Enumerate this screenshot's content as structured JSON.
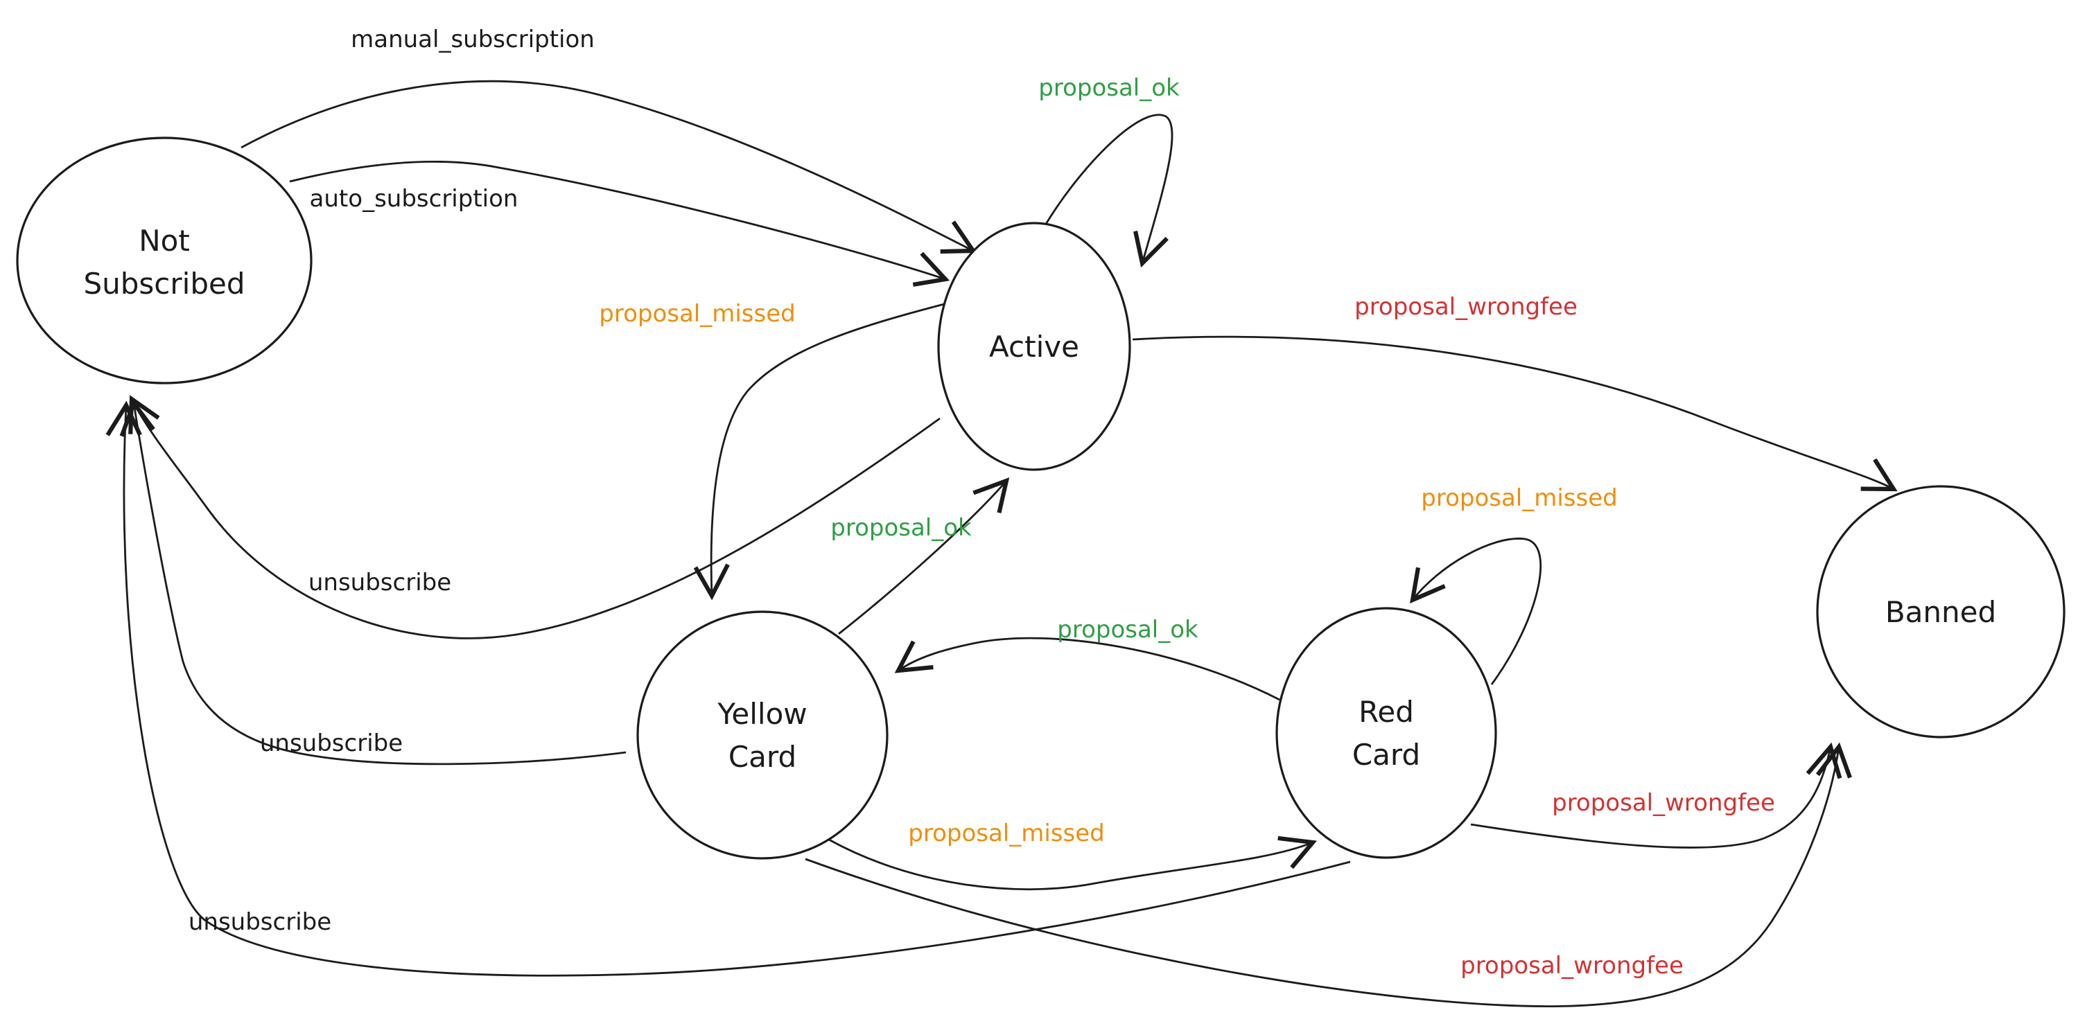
{
  "diagram": {
    "type": "state-machine",
    "background": "#ffffff",
    "colors": {
      "ink": "#1b1b1b",
      "green": "#2f9e44",
      "orange": "#ee8e0d",
      "red": "#d23232"
    },
    "states": {
      "not_subscribed": {
        "label_line1": "Not",
        "label_line2": "Subscribed"
      },
      "active": {
        "label": "Active"
      },
      "yellow_card": {
        "label_line1": "Yellow",
        "label_line2": "Card"
      },
      "red_card": {
        "label_line1": "Red",
        "label_line2": "Card"
      },
      "banned": {
        "label": "Banned"
      }
    },
    "transitions": {
      "manual_subscription": {
        "label": "manual_subscription",
        "from": "not_subscribed",
        "to": "active",
        "color": "ink"
      },
      "auto_subscription": {
        "label": "auto_subscription",
        "from": "not_subscribed",
        "to": "active",
        "color": "ink"
      },
      "proposal_ok_active_loop": {
        "label": "proposal_ok",
        "from": "active",
        "to": "active",
        "color": "green"
      },
      "proposal_missed_active_to_yellow": {
        "label": "proposal_missed",
        "from": "active",
        "to": "yellow_card",
        "color": "orange"
      },
      "proposal_ok_yellow_to_active": {
        "label": "proposal_ok",
        "from": "yellow_card",
        "to": "active",
        "color": "green"
      },
      "proposal_wrongfee_active_to_banned": {
        "label": "proposal_wrongfee",
        "from": "active",
        "to": "banned",
        "color": "red"
      },
      "proposal_missed_red_loop": {
        "label": "proposal_missed",
        "from": "red_card",
        "to": "red_card",
        "color": "orange"
      },
      "proposal_ok_red_to_yellow": {
        "label": "proposal_ok",
        "from": "red_card",
        "to": "yellow_card",
        "color": "green"
      },
      "proposal_missed_yellow_to_red": {
        "label": "proposal_missed",
        "from": "yellow_card",
        "to": "red_card",
        "color": "orange"
      },
      "proposal_wrongfee_red_to_banned": {
        "label": "proposal_wrongfee",
        "from": "red_card",
        "to": "banned",
        "color": "red"
      },
      "proposal_wrongfee_yellow_to_banned": {
        "label": "proposal_wrongfee",
        "from": "yellow_card",
        "to": "banned",
        "color": "red"
      },
      "unsubscribe_active": {
        "label": "unsubscribe",
        "from": "active",
        "to": "not_subscribed",
        "color": "ink"
      },
      "unsubscribe_yellow": {
        "label": "unsubscribe",
        "from": "yellow_card",
        "to": "not_subscribed",
        "color": "ink"
      },
      "unsubscribe_red": {
        "label": "unsubscribe",
        "from": "red_card",
        "to": "not_subscribed",
        "color": "ink"
      }
    }
  }
}
